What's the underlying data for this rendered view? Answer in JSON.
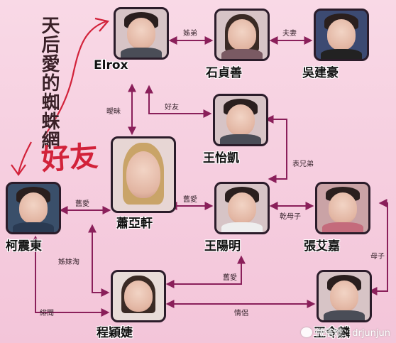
{
  "title": "天后愛的蜘蛛網",
  "annotation": "好友",
  "people": {
    "elrox": "Elrox",
    "shi_zhenshan": "石貞善",
    "wu_jianhao": "吳建豪",
    "wang_yikai": "王怡凱",
    "xiao_yaxuan": "蕭亞軒",
    "ke_zhendong": "柯震東",
    "wang_yangming": "王陽明",
    "zhang_aijia": "張艾嘉",
    "cheng_yingjie": "程穎婕",
    "wang_lingli": "王令麟"
  },
  "relations": {
    "sister_brother": "姊弟",
    "husband_wife": "夫妻",
    "ambiguous": "曖昧",
    "good_friend": "好友",
    "cousin": "表兄弟",
    "ex_love_1": "舊愛",
    "ex_love_2": "舊愛",
    "godmother": "乾母子",
    "sister_friends": "姊妹淘",
    "mother_son": "母子",
    "ex_love_3": "舊愛",
    "rumor": "緋聞",
    "couple": "情侶"
  },
  "watermark": "微信號：drjunjun",
  "colors": {
    "background": "#f6cfe0",
    "line": "#8a1f5a",
    "frame": "#2b1c2a",
    "annotation": "#d2223a"
  }
}
